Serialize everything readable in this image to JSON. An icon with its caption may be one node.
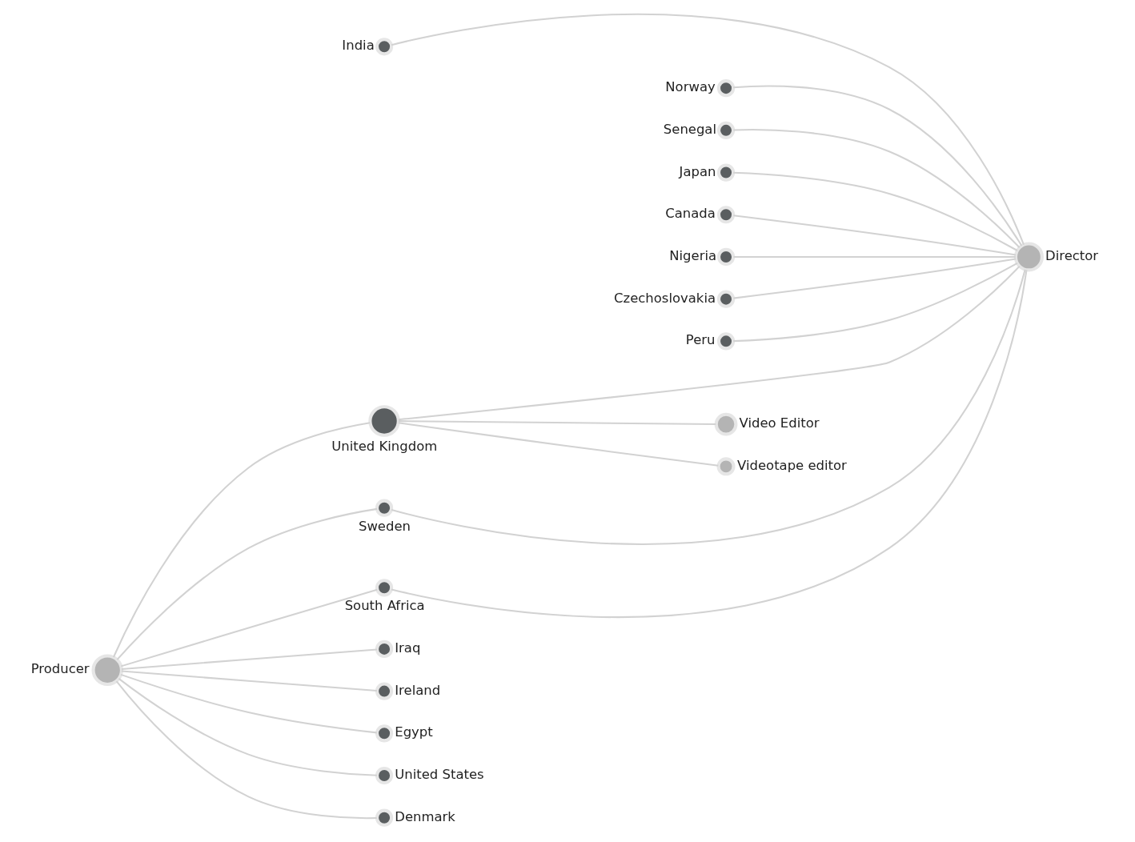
{
  "diagram": {
    "nodes": [
      {
        "text": [],
        "shape": "circle",
        "beside": [
          "India"
        ]
      },
      {
        "text": [],
        "shape": "circle",
        "beside": [
          "Norway"
        ]
      },
      {
        "text": [],
        "shape": "circle",
        "beside": [
          "Senegal"
        ]
      },
      {
        "text": [],
        "shape": "circle",
        "beside": [
          "Director"
        ]
      },
      {
        "text": [],
        "shape": "circle",
        "beside": [
          "Japan"
        ]
      },
      {
        "text": [],
        "shape": "circle",
        "beside": [
          "Canada"
        ]
      },
      {
        "text": [],
        "shape": "circle",
        "beside": [
          "Nigeria"
        ]
      },
      {
        "text": [],
        "shape": "circle",
        "beside": [
          "Czechoslovakia"
        ]
      },
      {
        "text": [],
        "shape": "circle",
        "beside": [
          "Peru"
        ]
      },
      {
        "text": [],
        "shape": "circle",
        "beside": [
          "United Kingdom"
        ]
      },
      {
        "text": [],
        "shape": "circle",
        "beside": [
          "Video Editor"
        ]
      },
      {
        "text": [],
        "shape": "circle",
        "beside": [
          "Videotape editor"
        ]
      },
      {
        "text": [],
        "shape": "circle",
        "beside": [
          "Sweden"
        ]
      },
      {
        "text": [],
        "shape": "circle",
        "beside": [
          "South Africa"
        ]
      },
      {
        "text": [],
        "shape": "circle",
        "beside": [
          "Iraq"
        ]
      },
      {
        "text": [],
        "shape": "circle",
        "beside": [
          "Ireland"
        ]
      },
      {
        "text": [],
        "shape": "circle",
        "beside": [
          "Egypt"
        ]
      },
      {
        "text": [],
        "shape": "circle",
        "beside": [
          "United States"
        ]
      },
      {
        "text": [],
        "shape": "circle",
        "beside": [
          "Producer"
        ]
      },
      {
        "text": [],
        "shape": "circle",
        "beside": [
          "Denmark"
        ]
      }
    ],
    "edges": [
      {
        "from": 3,
        "to": 0,
        "arrow": "none"
      },
      {
        "from": 3,
        "to": 1,
        "arrow": "none"
      },
      {
        "from": 3,
        "to": 2,
        "arrow": "none"
      },
      {
        "from": 3,
        "to": 4,
        "arrow": "none"
      },
      {
        "from": 3,
        "to": 5,
        "arrow": "none"
      },
      {
        "from": 3,
        "to": 6,
        "arrow": "none"
      },
      {
        "from": 3,
        "to": 7,
        "arrow": "none"
      },
      {
        "from": 3,
        "to": 8,
        "arrow": "none"
      },
      {
        "from": 3,
        "to": 9,
        "arrow": "none"
      },
      {
        "from": 3,
        "to": 12,
        "arrow": "none"
      },
      {
        "from": 3,
        "to": 13,
        "arrow": "none"
      },
      {
        "from": 9,
        "to": 10,
        "arrow": "none"
      },
      {
        "from": 9,
        "to": 11,
        "arrow": "none"
      },
      {
        "from": 18,
        "to": 9,
        "arrow": "none"
      },
      {
        "from": 18,
        "to": 12,
        "arrow": "none"
      },
      {
        "from": 18,
        "to": 13,
        "arrow": "none"
      },
      {
        "from": 18,
        "to": 14,
        "arrow": "none"
      },
      {
        "from": 18,
        "to": 15,
        "arrow": "none"
      },
      {
        "from": 18,
        "to": 16,
        "arrow": "none"
      },
      {
        "from": 18,
        "to": 17,
        "arrow": "none"
      },
      {
        "from": 18,
        "to": 19,
        "arrow": "none"
      }
    ]
  }
}
